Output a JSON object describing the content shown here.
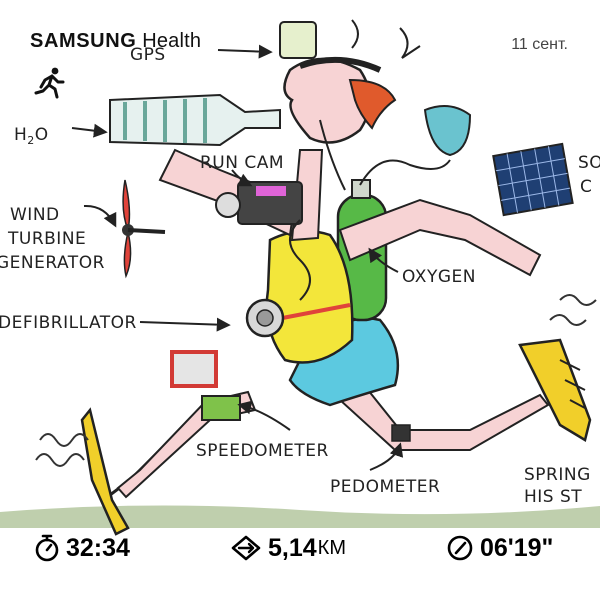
{
  "app": {
    "brand_bold": "SAMSUNG",
    "brand_light": "Health"
  },
  "date": "11 сент.",
  "activity_icon": "running-person-icon",
  "illustration": {
    "labels": {
      "gps": "GPS",
      "h2o_h": "H",
      "h2o_2": "2",
      "h2o_o": "O",
      "run_cam": "RUN CAM",
      "wind_1": "WIND",
      "wind_2": "TURBINE",
      "wind_3": "GENERATOR",
      "oxygen": "OXYGEN",
      "defib": "DEFIBRILLATOR",
      "speedo": "SPEEDOMETER",
      "pedo": "PEDOMETER",
      "solar_1": "SO",
      "solar_2": "C",
      "spring_1": "SPRING",
      "spring_2": "HIS ST"
    }
  },
  "stats": {
    "duration": {
      "icon": "stopwatch-icon",
      "value": "32:34"
    },
    "distance": {
      "icon": "distance-arrows-icon",
      "value": "5,14",
      "unit": "КМ"
    },
    "pace": {
      "icon": "pace-gauge-icon",
      "value": "06'19\""
    }
  },
  "colors": {
    "shirt": "#f3e63a",
    "shorts": "#5cc9e0",
    "tank": "#57b947",
    "shoe": "#f1cf2a",
    "skin": "#f7d3d4",
    "grass": "#8ba86a"
  }
}
